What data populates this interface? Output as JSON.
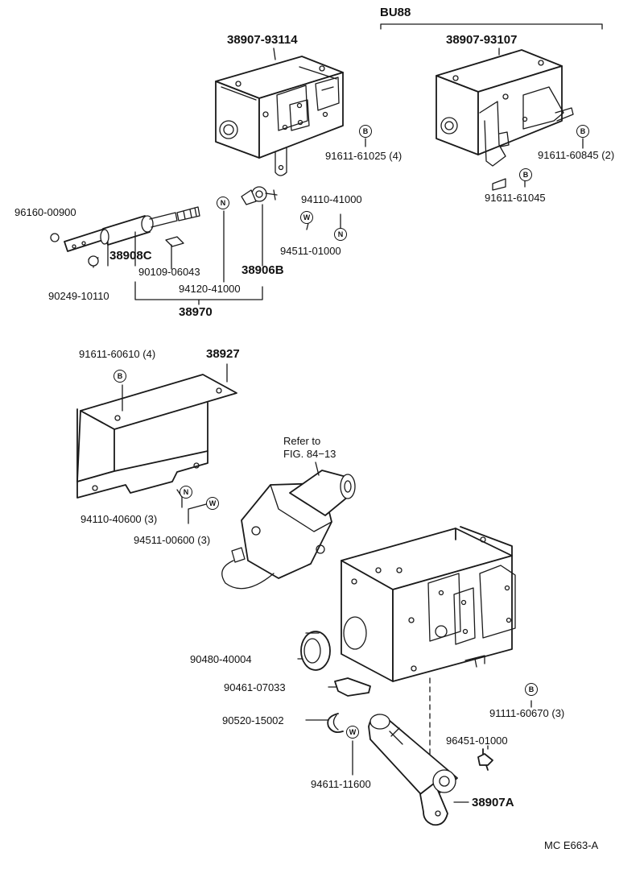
{
  "header": {
    "group_label": "BU88"
  },
  "parts": {
    "box_standard": "38907-93114",
    "box_bu88": "38907-93107",
    "bolt_a": "91611-61025",
    "bolt_a_qty": "(4)",
    "bolt_b": "91611-60845",
    "bolt_b_qty": "(2)",
    "bolt_c": "91611-61045",
    "clip_rod": "96160-00900",
    "rod_assy": "38908C",
    "pin": "90249-10110",
    "plug": "90109-06043",
    "nut_small": "94120-41000",
    "nut_94110": "94110-41000",
    "washer_94511": "94511-01000",
    "joint": "38906B",
    "linkage_assy": "38970",
    "bracket_bolt": "91611-60610",
    "bracket_bolt_qty": "(4)",
    "bracket": "38927",
    "bracket_nut": "94110-40600",
    "bracket_nut_qty": "(3)",
    "bracket_washer": "94511-00600",
    "bracket_washer_qty": "(3)",
    "refer_line1": "Refer to",
    "refer_line2": "FIG. 84−13",
    "seal": "90480-40004",
    "retainer": "90461-07033",
    "box_bolt": "91111-60670",
    "box_bolt_qty": "(3)",
    "snap_ring": "90520-15002",
    "lower_washer": "94611-11600",
    "grease_fitting": "96451-01000",
    "lever": "38907A"
  },
  "symbols": {
    "bolt": "B",
    "nut": "N",
    "washer": "W"
  },
  "footer": {
    "figure_code": "MC E663-A"
  }
}
